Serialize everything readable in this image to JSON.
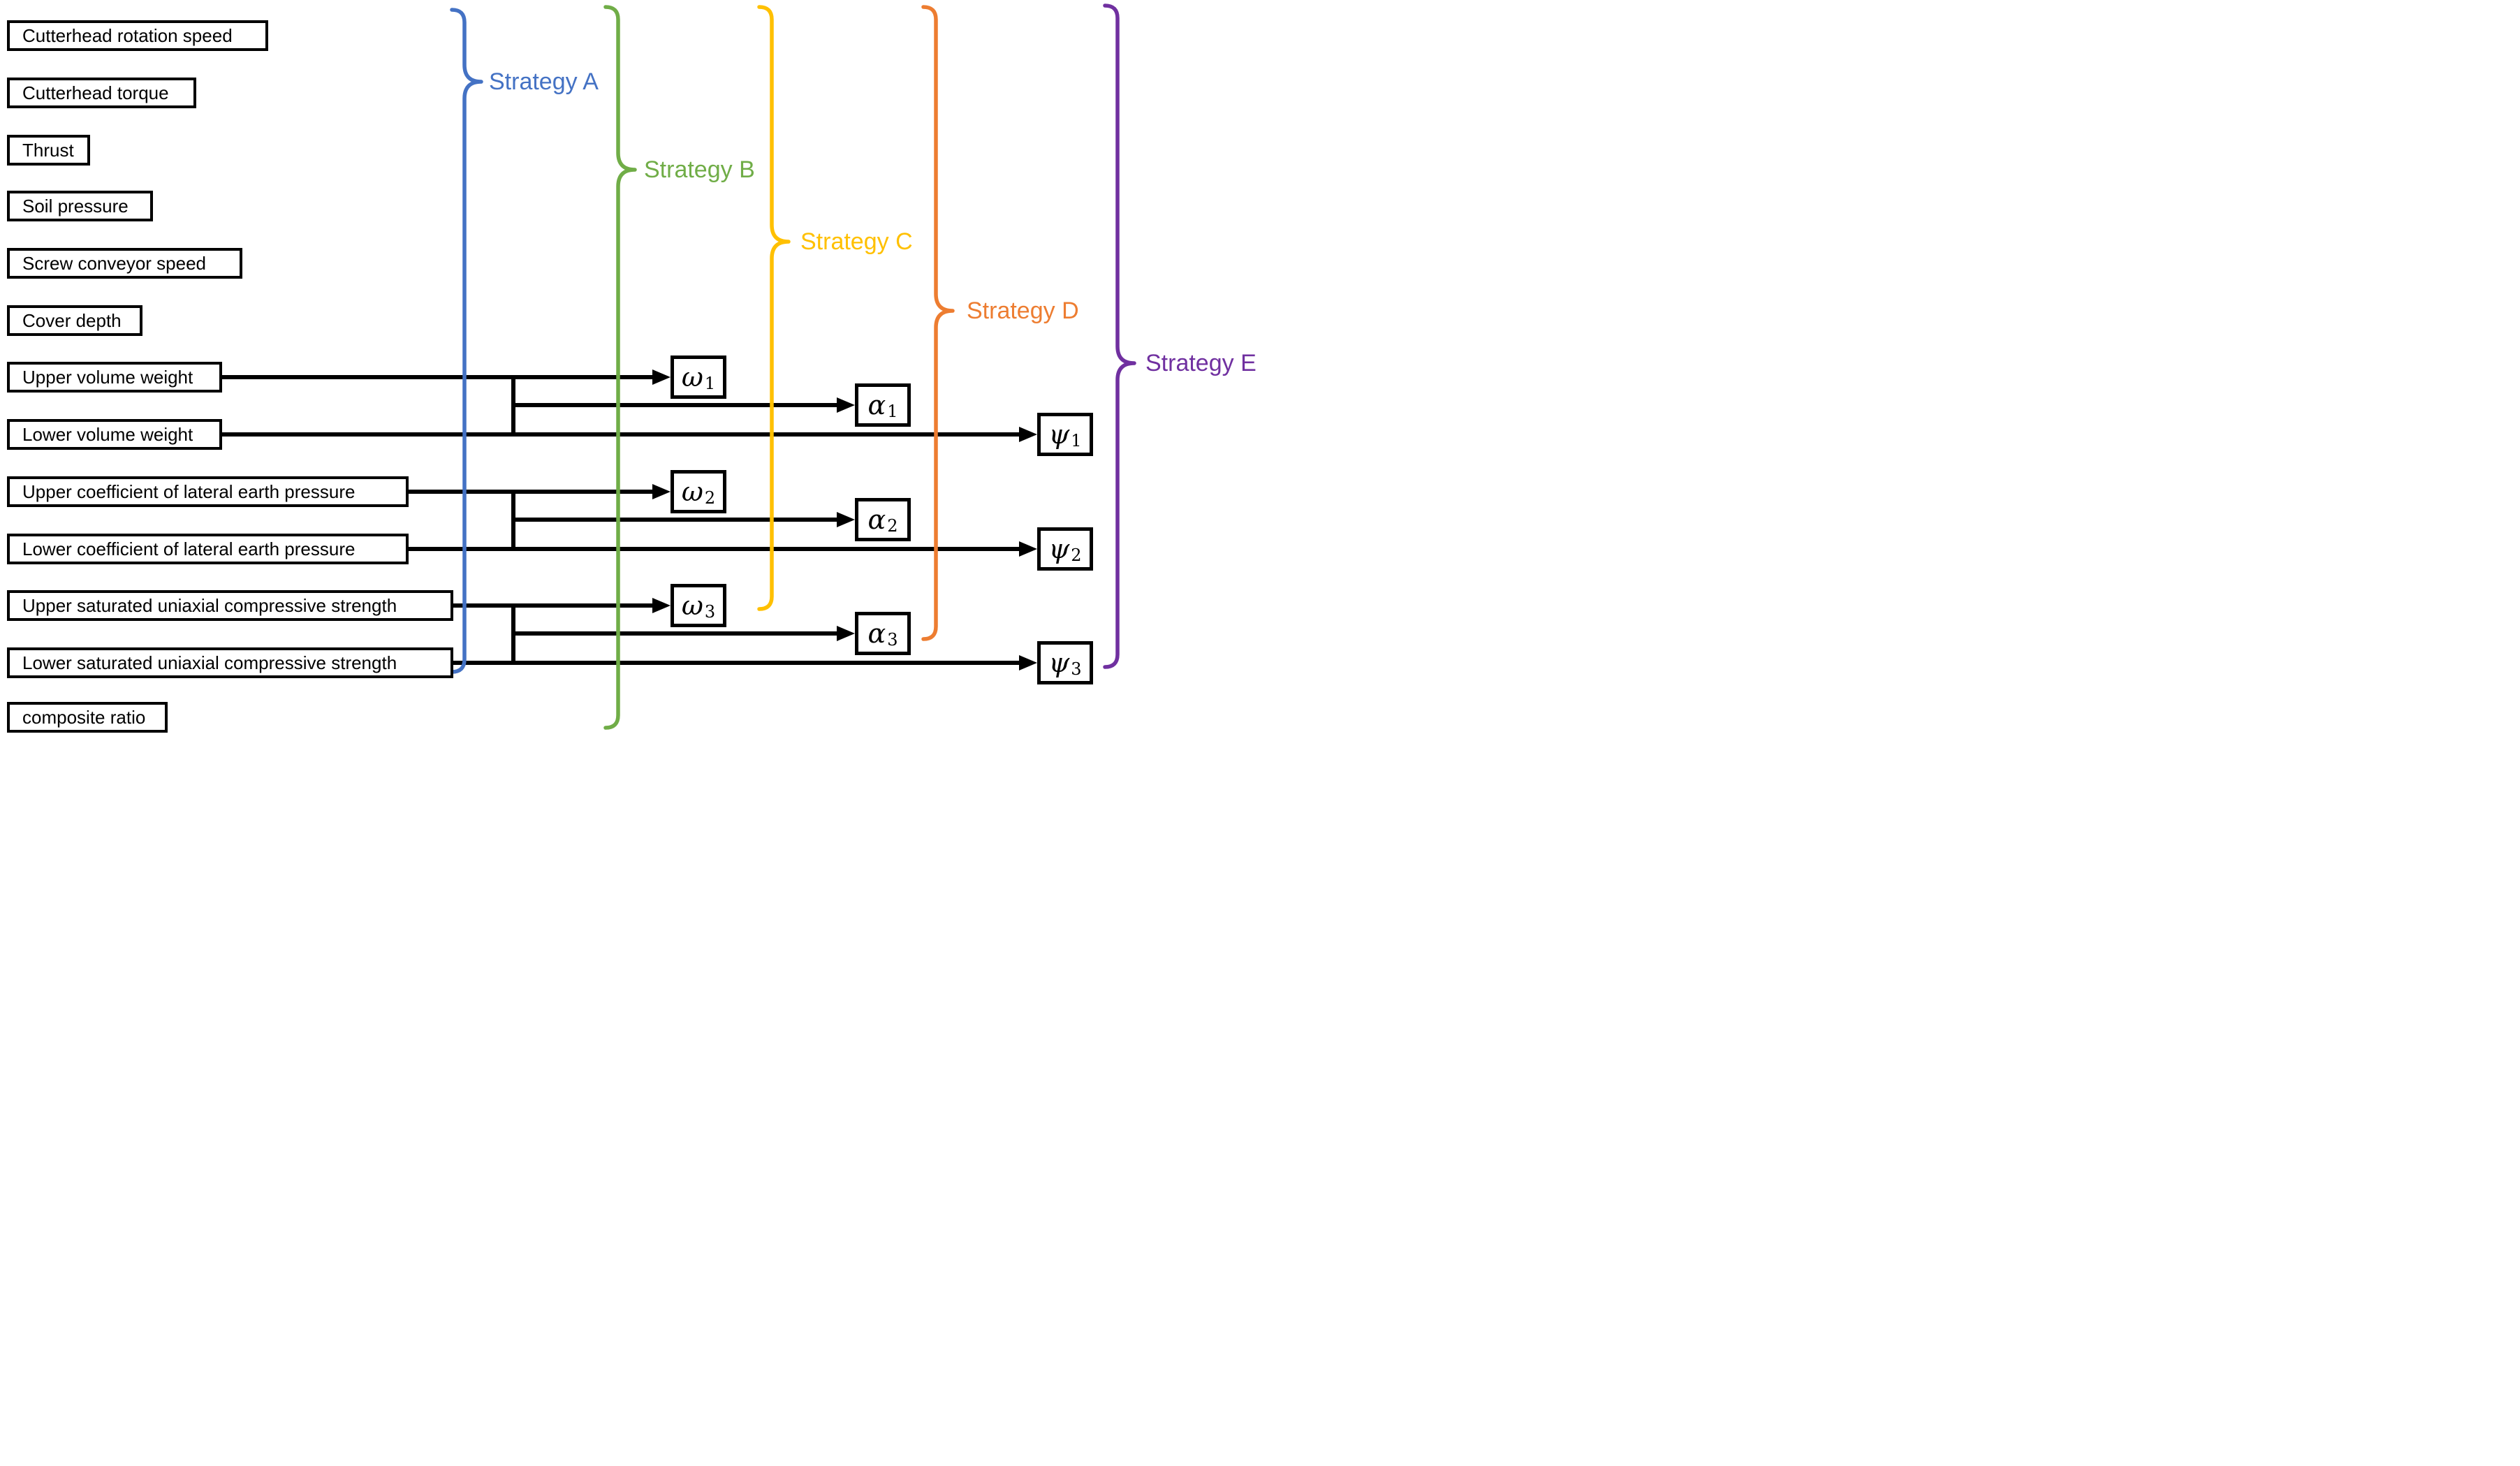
{
  "diagram": {
    "features": [
      {
        "label": "Cutterhead rotation speed"
      },
      {
        "label": "Cutterhead torque"
      },
      {
        "label": "Thrust"
      },
      {
        "label": "Soil pressure"
      },
      {
        "label": "Screw conveyor speed"
      },
      {
        "label": "Cover depth"
      },
      {
        "label": "Upper volume weight"
      },
      {
        "label": "Lower volume weight"
      },
      {
        "label": "Upper coefficient of lateral earth pressure"
      },
      {
        "label": "Lower coefficient of lateral earth pressure"
      },
      {
        "label": "Upper saturated uniaxial compressive strength"
      },
      {
        "label": "Lower saturated uniaxial compressive strength"
      },
      {
        "label": "composite ratio"
      }
    ],
    "strategies": [
      {
        "label": "Strategy A",
        "color": "#4472C4"
      },
      {
        "label": "Strategy B",
        "color": "#70AD47"
      },
      {
        "label": "Strategy C",
        "color": "#FFC000"
      },
      {
        "label": "Strategy D",
        "color": "#ED7D31"
      },
      {
        "label": "Strategy E",
        "color": "#7030A0"
      }
    ],
    "weights": [
      {
        "symbol": "ω",
        "sub": "1"
      },
      {
        "symbol": "ω",
        "sub": "2"
      },
      {
        "symbol": "ω",
        "sub": "3"
      },
      {
        "symbol": "α",
        "sub": "1"
      },
      {
        "symbol": "α",
        "sub": "2"
      },
      {
        "symbol": "α",
        "sub": "3"
      },
      {
        "symbol": "ψ",
        "sub": "1"
      },
      {
        "symbol": "ψ",
        "sub": "2"
      },
      {
        "symbol": "ψ",
        "sub": "3"
      }
    ]
  }
}
